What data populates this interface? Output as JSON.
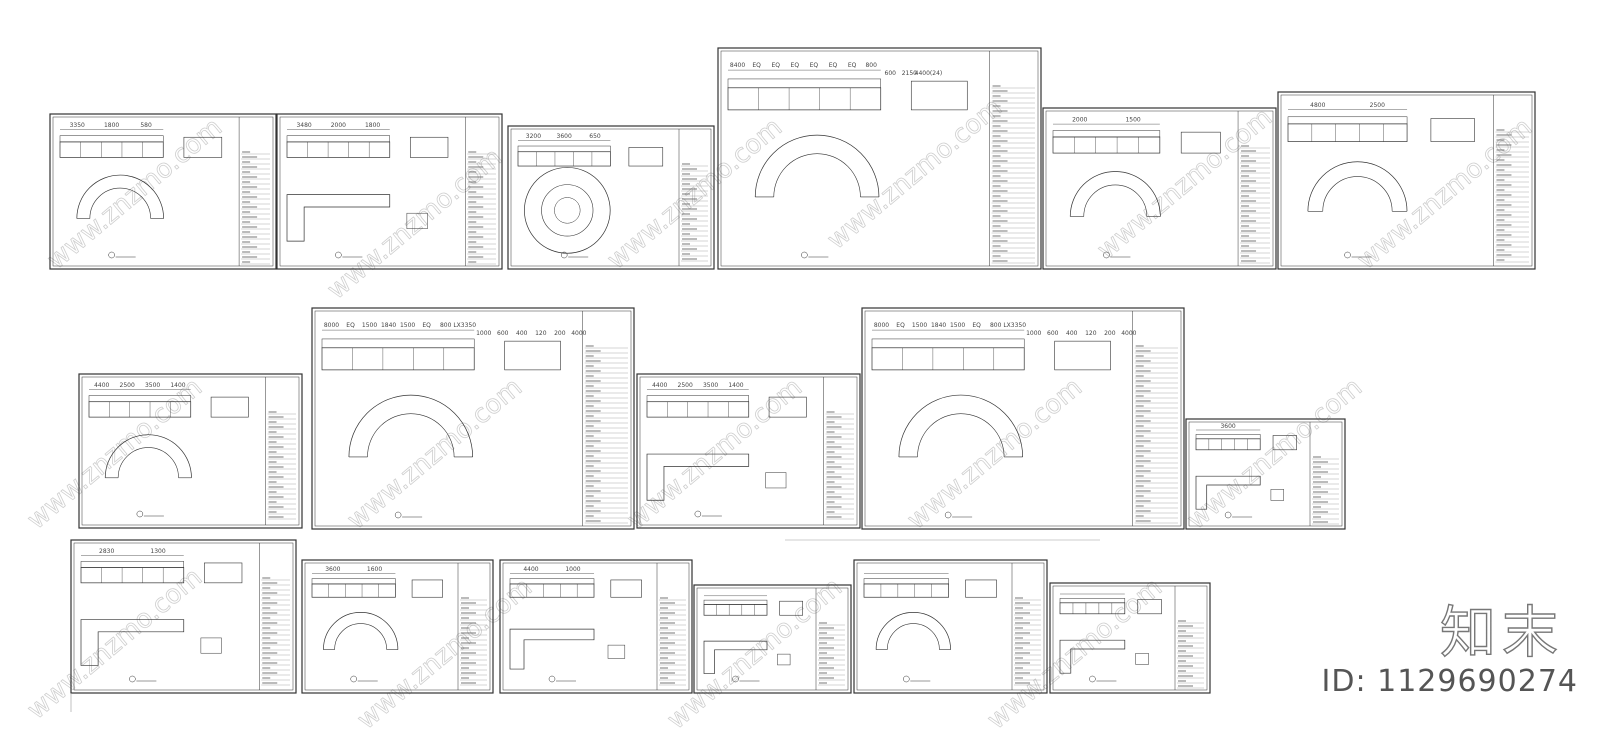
{
  "brand": {
    "name": "知末",
    "id_text": "ID: 1129690274"
  },
  "sheets": [
    {
      "id": "s1",
      "dims": [
        "3350",
        "1800",
        "580"
      ]
    },
    {
      "id": "s2",
      "dims": [
        "3480",
        "2000",
        "1800"
      ]
    },
    {
      "id": "s3",
      "dims": [
        "3200",
        "3600",
        "650"
      ]
    },
    {
      "id": "s4",
      "dims": [
        "8400",
        "EQ",
        "EQ",
        "EQ",
        "EQ",
        "EQ",
        "EQ",
        "800",
        "600",
        "2150",
        "4400(24)"
      ]
    },
    {
      "id": "s5",
      "dims": [
        "2000",
        "1500"
      ]
    },
    {
      "id": "s6",
      "dims": [
        "4800",
        "2500"
      ]
    },
    {
      "id": "s7",
      "dims": [
        "4400",
        "2500",
        "3500",
        "1400"
      ]
    },
    {
      "id": "s8",
      "dims": [
        "8000",
        "EQ",
        "1500",
        "1840",
        "1500",
        "EQ",
        "800",
        "LX3350",
        "1000",
        "600",
        "400",
        "120",
        "200",
        "4000"
      ]
    },
    {
      "id": "s9",
      "dims": [
        "4400",
        "2500",
        "3500",
        "1400"
      ]
    },
    {
      "id": "s10",
      "dims": [
        "8000",
        "EQ",
        "1500",
        "1840",
        "1500",
        "EQ",
        "800",
        "LX3350",
        "1000",
        "600",
        "400",
        "120",
        "200",
        "4000"
      ]
    },
    {
      "id": "s11",
      "dims": [
        "3600"
      ]
    },
    {
      "id": "s12",
      "dims": [
        "2830",
        "1300"
      ]
    },
    {
      "id": "s13",
      "dims": [
        "3600",
        "1600"
      ]
    },
    {
      "id": "s14",
      "dims": [
        "4400",
        "1000"
      ]
    },
    {
      "id": "s15",
      "dims": []
    },
    {
      "id": "s16",
      "dims": []
    },
    {
      "id": "s17",
      "dims": []
    }
  ],
  "colors": {
    "line": "#333333",
    "watermark": "#cfcfcf",
    "background": "#ffffff"
  }
}
